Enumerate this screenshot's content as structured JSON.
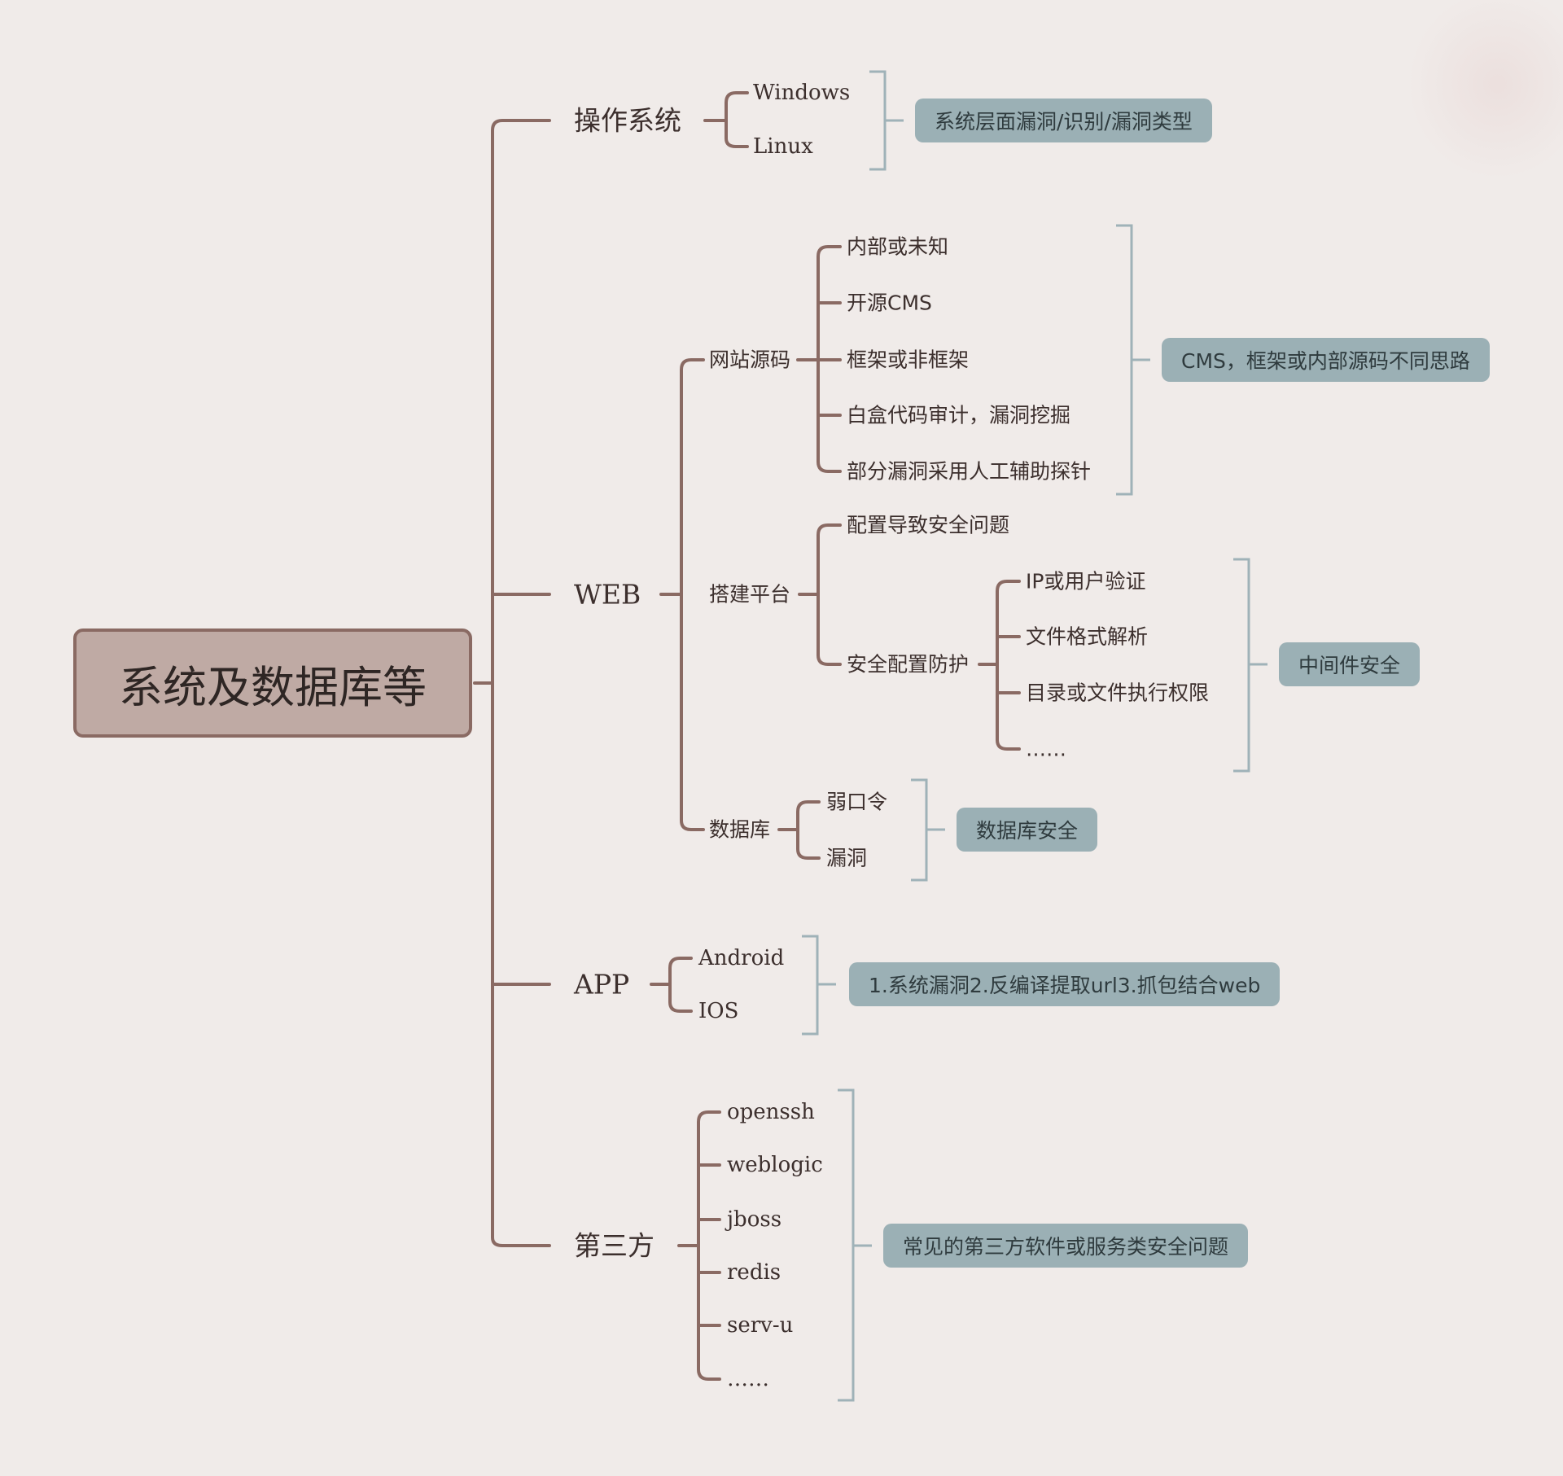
{
  "root": {
    "label": "系统及数据库等"
  },
  "branches": {
    "os": {
      "label": "操作系统",
      "children": [
        "Windows",
        "Linux"
      ],
      "summary": "系统层面漏洞/识别/漏洞类型"
    },
    "web": {
      "label": "WEB",
      "source": {
        "label": "网站源码",
        "children": [
          "内部或未知",
          "开源CMS",
          "框架或非框架",
          "白盒代码审计，漏洞挖掘",
          "部分漏洞采用人工辅助探针"
        ],
        "summary": "CMS，框架或内部源码不同思路"
      },
      "platform": {
        "label": "搭建平台",
        "config_issue": "配置导致安全问题",
        "protection": {
          "label": "安全配置防护",
          "children": [
            "IP或用户验证",
            "文件格式解析",
            "目录或文件执行权限",
            "……"
          ],
          "summary": "中间件安全"
        }
      },
      "database": {
        "label": "数据库",
        "children": [
          "弱口令",
          "漏洞"
        ],
        "summary": "数据库安全"
      }
    },
    "app": {
      "label": "APP",
      "children": [
        "Android",
        "IOS"
      ],
      "summary": "1.系统漏洞2.反编译提取url3.抓包结合web"
    },
    "third": {
      "label": "第三方",
      "children": [
        "openssh",
        "weblogic",
        "jboss",
        "redis",
        "serv-u",
        "……"
      ],
      "summary": "常见的第三方软件或服务类安全问题"
    }
  },
  "colors": {
    "background": "#f0ebe9",
    "branch_line": "#8a6a63",
    "bracket": "#9fb2b8",
    "summary_bg": "#9bb0b5",
    "root_bg": "#bfaaa4"
  }
}
